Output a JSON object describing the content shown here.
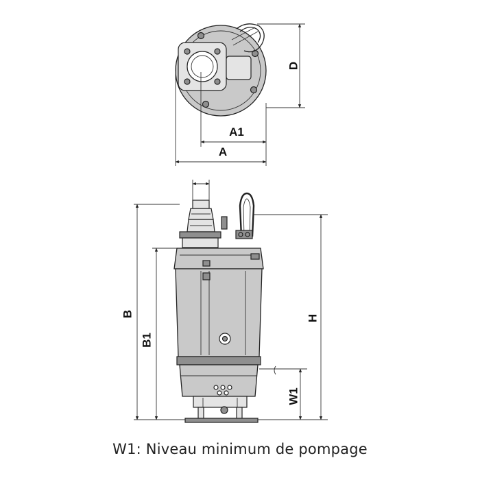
{
  "figure": {
    "caption": "W1: Niveau minimum de pompage",
    "dimensions": {
      "D": "D",
      "A1": "A1",
      "A": "A",
      "B": "B",
      "B1": "B1",
      "H": "H",
      "W1": "W1"
    }
  }
}
